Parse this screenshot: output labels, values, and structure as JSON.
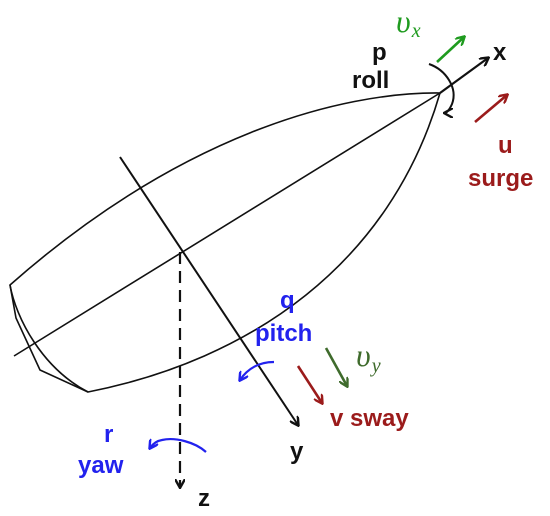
{
  "colors": {
    "outline": "#111111",
    "black_axis": "#111111",
    "green": "#1f9b1f",
    "dark_green": "#3f6b2c",
    "red": "#9b1b1b",
    "blue": "#2222ee"
  },
  "labels": {
    "x_axis": "x",
    "y_axis": "y",
    "z_axis": "z",
    "p": "p",
    "roll": "roll",
    "u": "u",
    "surge": "surge",
    "q": "q",
    "pitch": "pitch",
    "v_sway": "v sway",
    "r": "r",
    "yaw": "yaw",
    "vx_base": "υ",
    "vx_sub": "x",
    "vy_base": "υ",
    "vy_sub": "y"
  }
}
